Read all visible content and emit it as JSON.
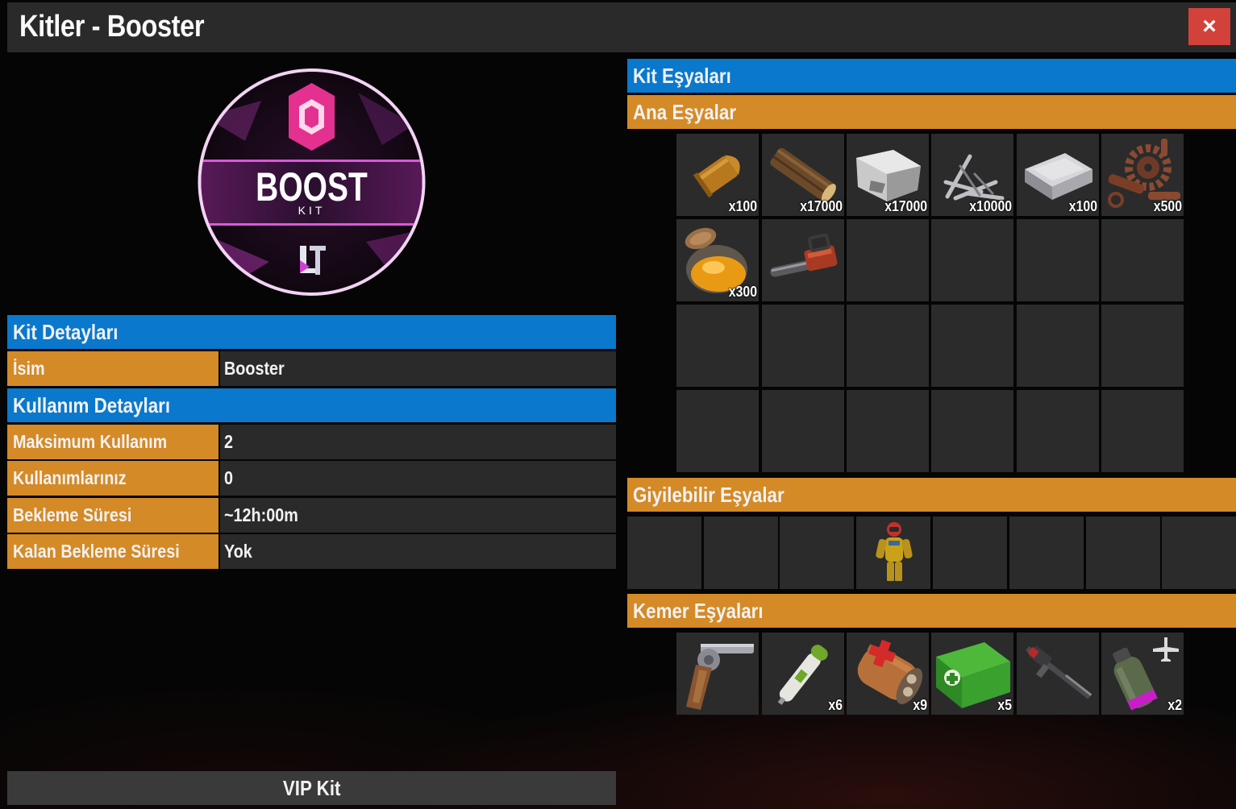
{
  "window": {
    "title": "Kitler - Booster",
    "close_icon": "×"
  },
  "logo": {
    "main": "BOOST",
    "sub": "KIT",
    "mark": "LT"
  },
  "kit_details": {
    "header": "Kit Detayları",
    "name_label": "İsim",
    "name_value": "Booster"
  },
  "usage_details": {
    "header": "Kullanım Detayları",
    "rows": [
      {
        "label": "Maksimum Kullanım",
        "value": "2"
      },
      {
        "label": "Kullanımlarınız",
        "value": "0"
      },
      {
        "label": "Bekleme Süresi",
        "value": "~12h:00m"
      },
      {
        "label": "Kalan Bekleme Süresi",
        "value": "Yok"
      }
    ]
  },
  "vip_button": {
    "label": "VIP Kit"
  },
  "kit_items": {
    "header": "Kit Eşyaları",
    "main": {
      "header": "Ana Eşyalar",
      "items": [
        {
          "icon": "bullet-icon",
          "qty": "x100"
        },
        {
          "icon": "wood-icon",
          "qty": "x17000"
        },
        {
          "icon": "stone-icon",
          "qty": "x17000"
        },
        {
          "icon": "metal-fragments-icon",
          "qty": "x10000"
        },
        {
          "icon": "metal-ingot-icon",
          "qty": "x100"
        },
        {
          "icon": "gears-icon",
          "qty": "x500"
        },
        {
          "icon": "low-grade-fuel-jar-icon",
          "qty": "x300"
        },
        {
          "icon": "chainsaw-icon",
          "qty": ""
        }
      ]
    },
    "wear": {
      "header": "Giyilebilir Eşyalar",
      "items": [
        {
          "icon": "hazmat-suit-icon",
          "qty": ""
        }
      ]
    },
    "belt": {
      "header": "Kemer Eşyaları",
      "items": [
        {
          "icon": "revolver-icon",
          "qty": ""
        },
        {
          "icon": "medical-syringe-icon",
          "qty": "x6"
        },
        {
          "icon": "bandage-roll-icon",
          "qty": "x9"
        },
        {
          "icon": "medkit-box-icon",
          "qty": "x5"
        },
        {
          "icon": "rifle-icon",
          "qty": ""
        },
        {
          "icon": "smoke-grenade-icon",
          "qty": "x2"
        }
      ]
    }
  },
  "colors": {
    "blue": "#0a78cc",
    "orange": "#d48a26",
    "close_red": "#d3423a",
    "slot": "#2b2b2b"
  }
}
